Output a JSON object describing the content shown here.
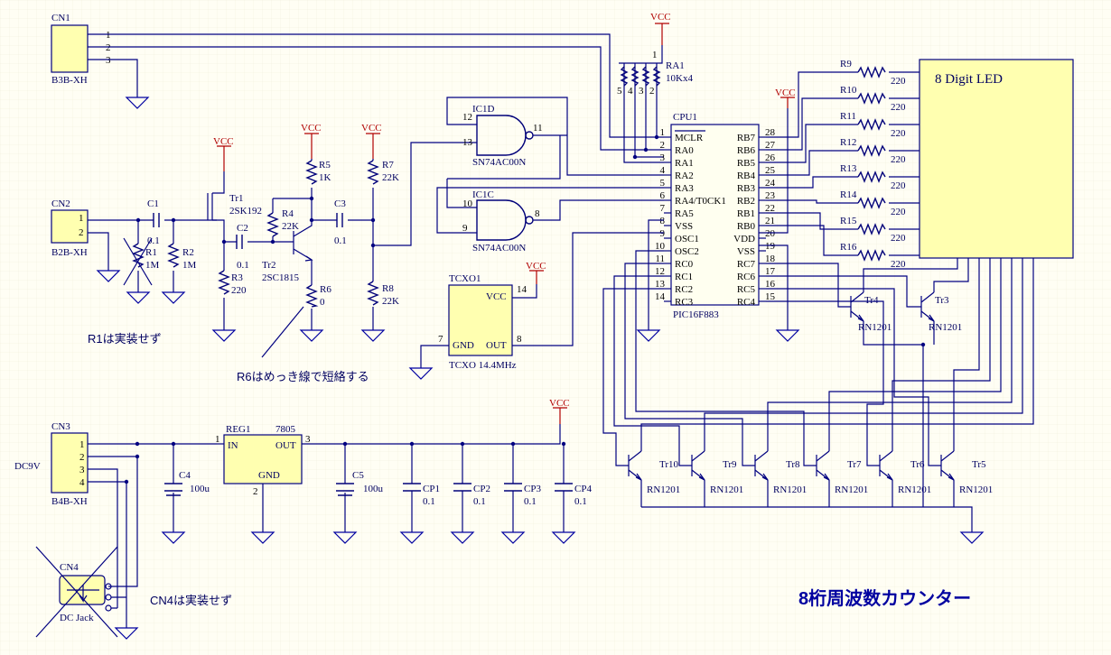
{
  "title": "8桁周波数カウンター",
  "notes": {
    "r1": "R1は実装せず",
    "r6": "R6はめっき線で短絡する",
    "cn4": "CN4は実装せず",
    "dc9v": "DC9V"
  },
  "power_label": "VCC",
  "connectors": {
    "cn1": {
      "ref": "CN1",
      "type": "B3B-XH",
      "pins": [
        "1",
        "2",
        "3"
      ]
    },
    "cn2": {
      "ref": "CN2",
      "type": "B2B-XH",
      "pins": [
        "1",
        "2"
      ]
    },
    "cn3": {
      "ref": "CN3",
      "type": "B4B-XH",
      "pins": [
        "1",
        "2",
        "3",
        "4"
      ]
    },
    "cn4": {
      "ref": "CN4",
      "type": "DC Jack"
    }
  },
  "components": {
    "ra1": {
      "ref": "RA1",
      "value": "10Kx4",
      "pins": [
        "1",
        "2",
        "3",
        "4",
        "5"
      ]
    },
    "c1": {
      "ref": "C1",
      "value": "0.1"
    },
    "r1": {
      "ref": "R1",
      "value": "1M"
    },
    "r2": {
      "ref": "R2",
      "value": "1M"
    },
    "tr1": {
      "ref": "Tr1",
      "type": "2SK192"
    },
    "c2": {
      "ref": "C2",
      "value": "0.1"
    },
    "r3": {
      "ref": "R3",
      "value": "220"
    },
    "r4": {
      "ref": "R4",
      "value": "22K"
    },
    "r5": {
      "ref": "R5",
      "value": "1K"
    },
    "tr2": {
      "ref": "Tr2",
      "type": "2SC1815"
    },
    "r6": {
      "ref": "R6",
      "value": "0"
    },
    "c3": {
      "ref": "C3",
      "value": "0.1"
    },
    "r7": {
      "ref": "R7",
      "value": "22K"
    },
    "r8": {
      "ref": "R8",
      "value": "22K"
    },
    "ic1d": {
      "ref": "IC1D",
      "type": "SN74AC00N",
      "pins": [
        "12",
        "13",
        "11"
      ]
    },
    "ic1c": {
      "ref": "IC1C",
      "type": "SN74AC00N",
      "pins": [
        "10",
        "9",
        "8"
      ]
    },
    "tcxo": {
      "ref": "TCXO1",
      "type": "TCXO 14.4MHz",
      "vcc": "VCC",
      "gnd": "GND",
      "out": "OUT",
      "pins": [
        "14",
        "7",
        "8"
      ]
    },
    "reg1": {
      "ref": "REG1",
      "type": "7805",
      "in": "IN",
      "out": "OUT",
      "gnd": "GND",
      "pins": [
        "1",
        "3",
        "2"
      ]
    },
    "c4": {
      "ref": "C4",
      "value": "100u"
    },
    "c5": {
      "ref": "C5",
      "value": "100u"
    },
    "cp": [
      {
        "ref": "CP1",
        "value": "0.1"
      },
      {
        "ref": "CP2",
        "value": "0.1"
      },
      {
        "ref": "CP3",
        "value": "0.1"
      },
      {
        "ref": "CP4",
        "value": "0.1"
      }
    ],
    "led": {
      "ref": "8 Digit LED"
    }
  },
  "cpu": {
    "ref": "CPU1",
    "type": "PIC16F883",
    "left_pins": [
      {
        "num": "1",
        "name": "MCLR"
      },
      {
        "num": "2",
        "name": "RA0"
      },
      {
        "num": "3",
        "name": "RA1"
      },
      {
        "num": "4",
        "name": "RA2"
      },
      {
        "num": "5",
        "name": "RA3"
      },
      {
        "num": "6",
        "name": "RA4/T0CK1"
      },
      {
        "num": "7",
        "name": "RA5"
      },
      {
        "num": "8",
        "name": "VSS"
      },
      {
        "num": "9",
        "name": "OSC1"
      },
      {
        "num": "10",
        "name": "OSC2"
      },
      {
        "num": "11",
        "name": "RC0"
      },
      {
        "num": "12",
        "name": "RC1"
      },
      {
        "num": "13",
        "name": "RC2"
      },
      {
        "num": "14",
        "name": "RC3"
      }
    ],
    "right_pins": [
      {
        "num": "28",
        "name": "RB7"
      },
      {
        "num": "27",
        "name": "RB6"
      },
      {
        "num": "26",
        "name": "RB5"
      },
      {
        "num": "25",
        "name": "RB4"
      },
      {
        "num": "24",
        "name": "RB3"
      },
      {
        "num": "23",
        "name": "RB2"
      },
      {
        "num": "22",
        "name": "RB1"
      },
      {
        "num": "21",
        "name": "RB0"
      },
      {
        "num": "20",
        "name": "VDD"
      },
      {
        "num": "19",
        "name": "VSS"
      },
      {
        "num": "18",
        "name": "RC7"
      },
      {
        "num": "17",
        "name": "RC6"
      },
      {
        "num": "16",
        "name": "RC5"
      },
      {
        "num": "15",
        "name": "RC4"
      }
    ]
  },
  "segment_resistors": [
    {
      "ref": "R9",
      "value": "220"
    },
    {
      "ref": "R10",
      "value": "220"
    },
    {
      "ref": "R11",
      "value": "220"
    },
    {
      "ref": "R12",
      "value": "220"
    },
    {
      "ref": "R13",
      "value": "220"
    },
    {
      "ref": "R14",
      "value": "220"
    },
    {
      "ref": "R15",
      "value": "220"
    },
    {
      "ref": "R16",
      "value": "220"
    }
  ],
  "transistors": [
    {
      "ref": "Tr3",
      "type": "RN1201"
    },
    {
      "ref": "Tr4",
      "type": "RN1201"
    },
    {
      "ref": "Tr5",
      "type": "RN1201"
    },
    {
      "ref": "Tr6",
      "type": "RN1201"
    },
    {
      "ref": "Tr7",
      "type": "RN1201"
    },
    {
      "ref": "Tr8",
      "type": "RN1201"
    },
    {
      "ref": "Tr9",
      "type": "RN1201"
    },
    {
      "ref": "Tr10",
      "type": "RN1201"
    }
  ]
}
